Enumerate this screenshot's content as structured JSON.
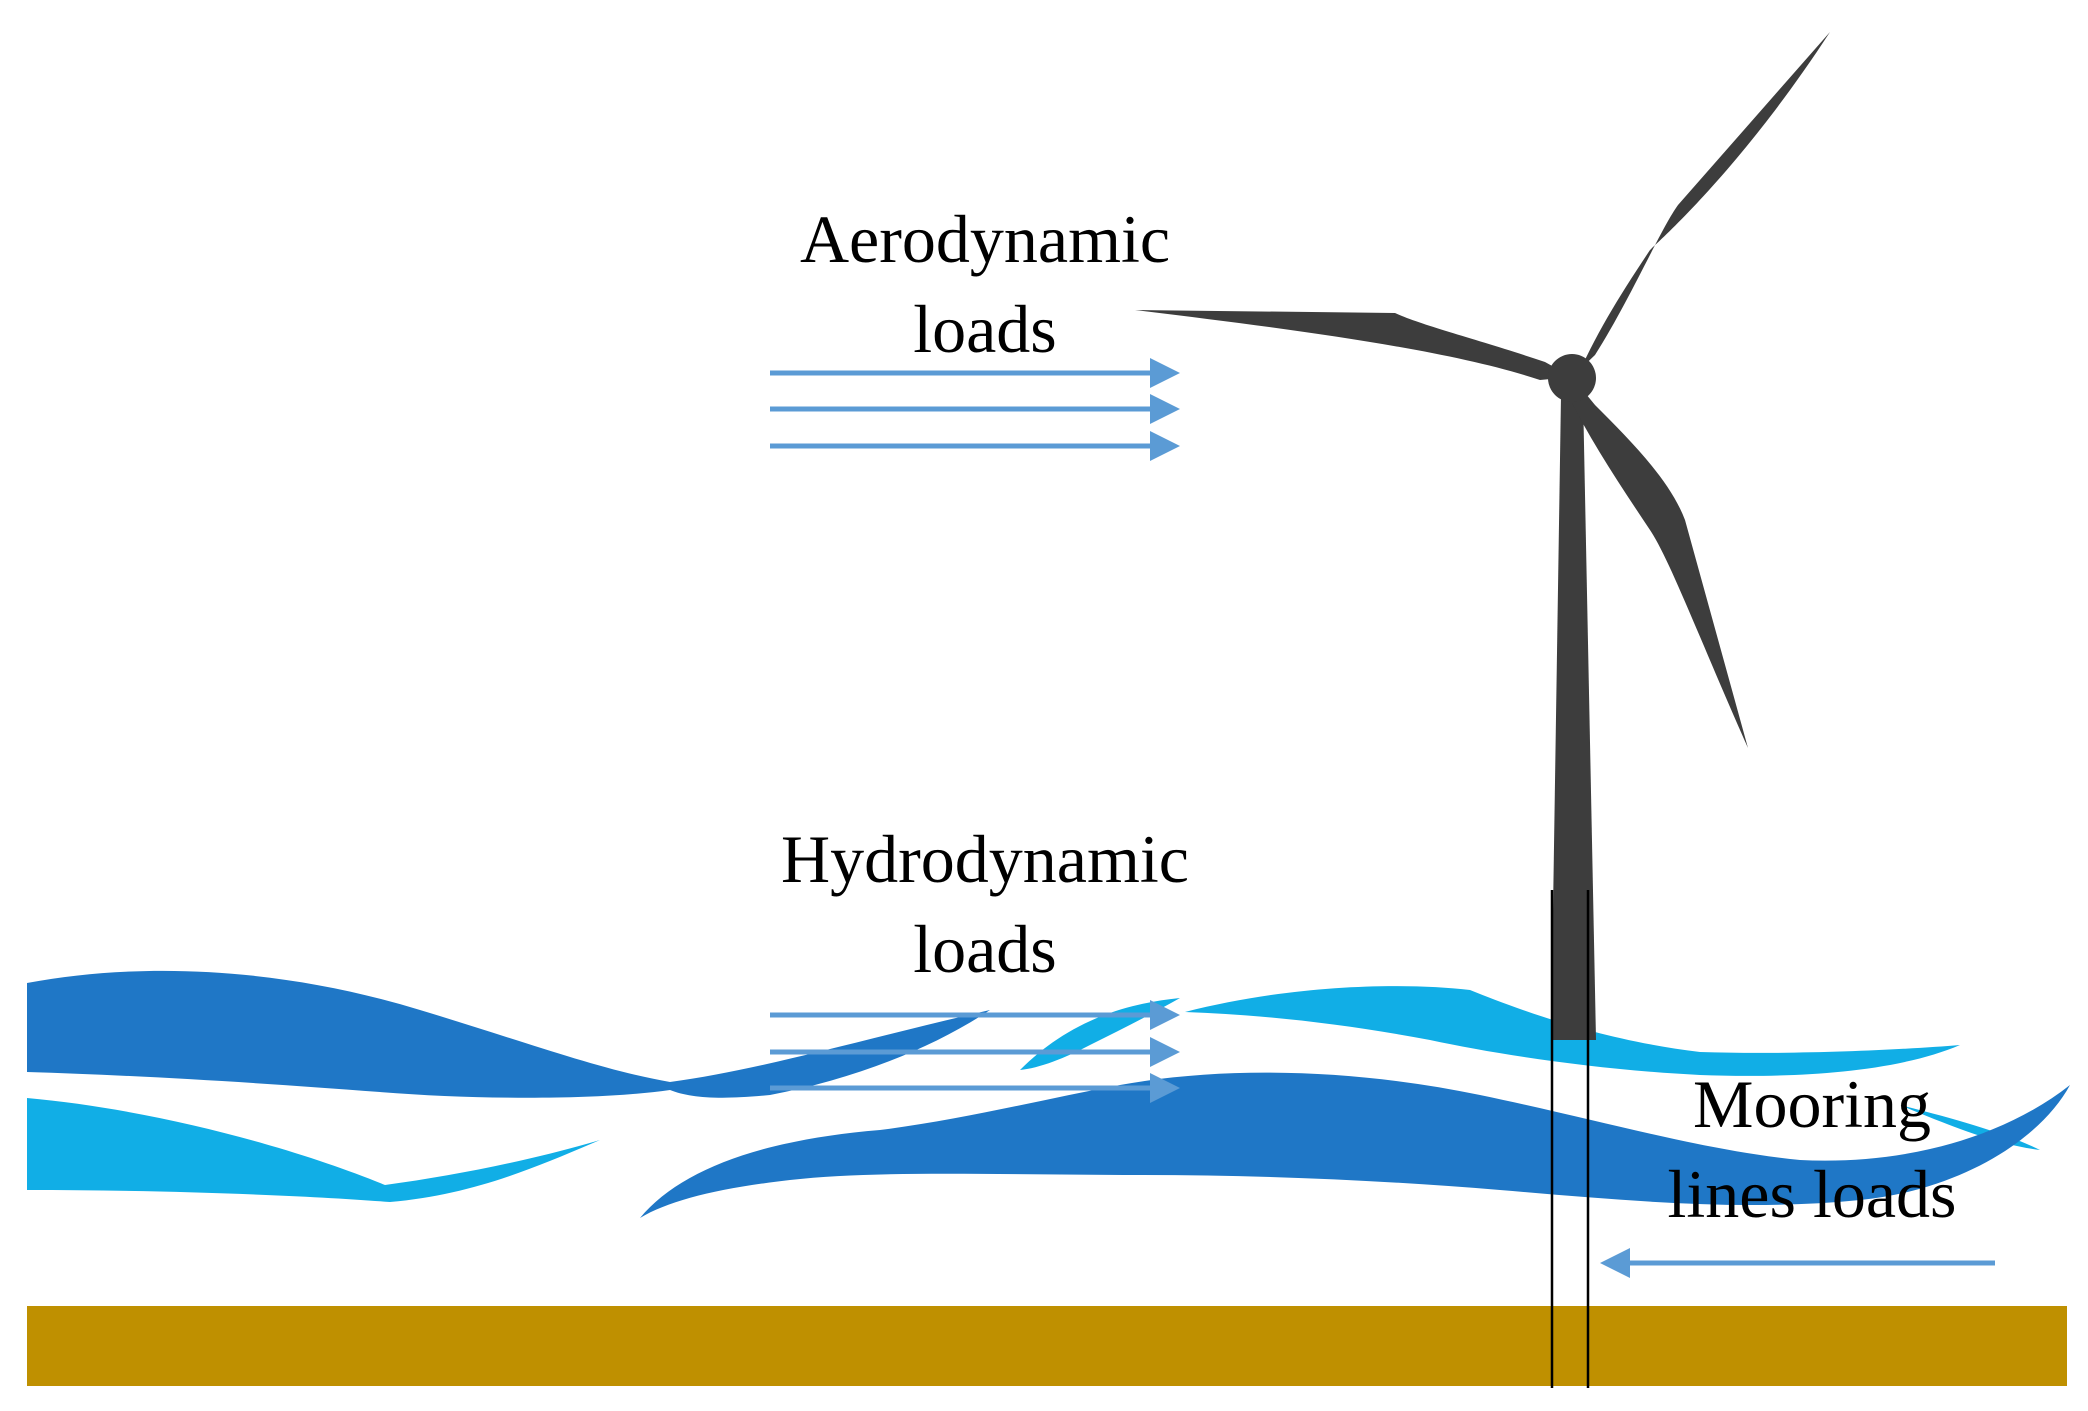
{
  "labels": {
    "aero_line1": "Aerodynamic",
    "aero_line2": "loads",
    "hydro_line1": "Hydrodynamic",
    "hydro_line2": "loads",
    "mooring_line1": "Mooring",
    "mooring_line2": "lines loads"
  },
  "colors": {
    "arrow": "#5b9bd5",
    "wave_dark": "#1f77c6",
    "wave_light": "#11aee6",
    "turbine": "#3d3d3d",
    "seabed": "#bf9000",
    "text": "#000000"
  }
}
